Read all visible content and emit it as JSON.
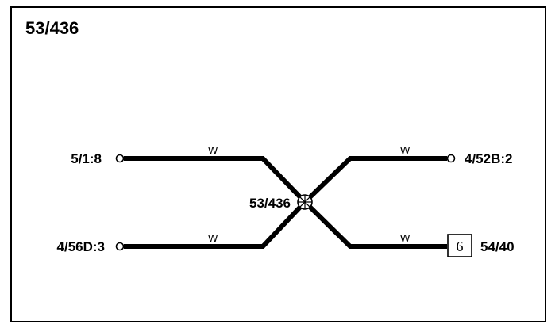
{
  "title": "53/436",
  "splice_label": "53/436",
  "wires": [
    {
      "from": "5/1:8",
      "color": "W"
    },
    {
      "from": "4/56D:3",
      "color": "W"
    },
    {
      "to": "4/52B:2",
      "color": "W"
    },
    {
      "to": "54/40",
      "color": "W"
    }
  ],
  "connector_box": "6",
  "endpoints": {
    "left_top": "5/1:8",
    "left_bottom": "4/56D:3",
    "right_top": "4/52B:2",
    "right_bottom": "54/40"
  }
}
